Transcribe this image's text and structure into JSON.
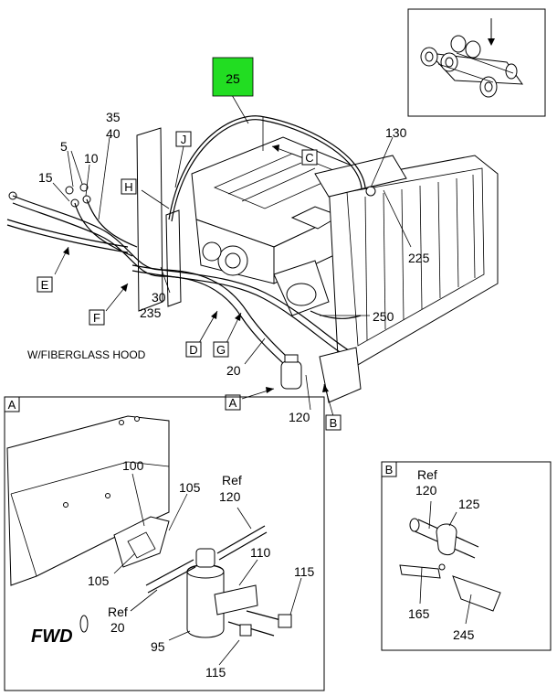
{
  "diagram": {
    "highlight_color": "#22dd22",
    "callouts": {
      "c25": "25",
      "c35": "35",
      "c40": "40",
      "c5": "5",
      "c10": "10",
      "c15": "15",
      "c130": "130",
      "c225": "225",
      "c250": "250",
      "c30": "30",
      "c235": "235",
      "c20": "20",
      "c120": "120"
    },
    "boxed": {
      "J": "J",
      "H": "H",
      "C": "C",
      "E": "E",
      "F": "F",
      "D": "D",
      "G": "G",
      "A": "A",
      "B": "B"
    },
    "hood_note": "W/FIBERGLASS HOOD",
    "detail_a": {
      "tag": "A",
      "c100": "100",
      "c105a": "105",
      "c105b": "105",
      "ref120": "Ref",
      "ref120_num": "120",
      "c110": "110",
      "c115a": "115",
      "c115b": "115",
      "ref20": "Ref",
      "ref20_num": "20",
      "c95": "95",
      "fwd": "FWD"
    },
    "detail_b": {
      "tag": "B",
      "ref": "Ref",
      "ref_num": "120",
      "c125": "125",
      "c165": "165",
      "c245": "245"
    }
  }
}
